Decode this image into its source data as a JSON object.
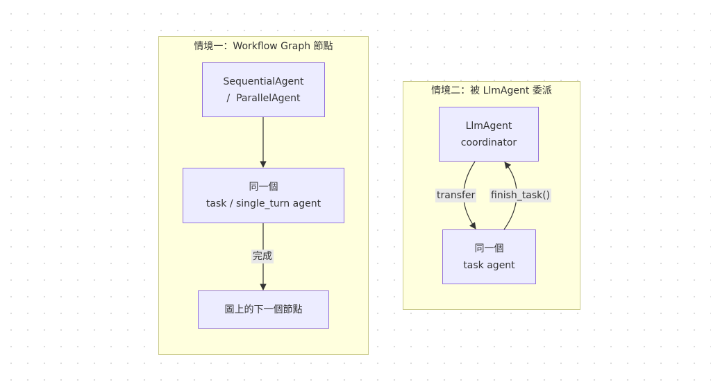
{
  "cluster_one": {
    "title": "情境一：Workflow Graph 節點",
    "node_workflow": {
      "line1": "SequentialAgent",
      "line2": "/  ParallelAgent"
    },
    "node_task": {
      "line1": "同一個",
      "line2": "task / single_turn agent"
    },
    "edge_done_label": "完成",
    "node_next": {
      "line1": "圖上的下一個節點"
    }
  },
  "cluster_two": {
    "title": "情境二：被 LlmAgent 委派",
    "node_coordinator": {
      "line1": "LlmAgent",
      "line2": "coordinator"
    },
    "node_task": {
      "line1": "同一個",
      "line2": "task agent"
    },
    "edge_transfer_label": "transfer",
    "edge_finish_label": "finish_task()"
  },
  "colors": {
    "cluster_fill": "#ffffde",
    "cluster_border": "#c9c98a",
    "node_fill": "#ececff",
    "node_border": "#9370db",
    "edge": "#333333",
    "label_bg": "#e8e8e8"
  }
}
